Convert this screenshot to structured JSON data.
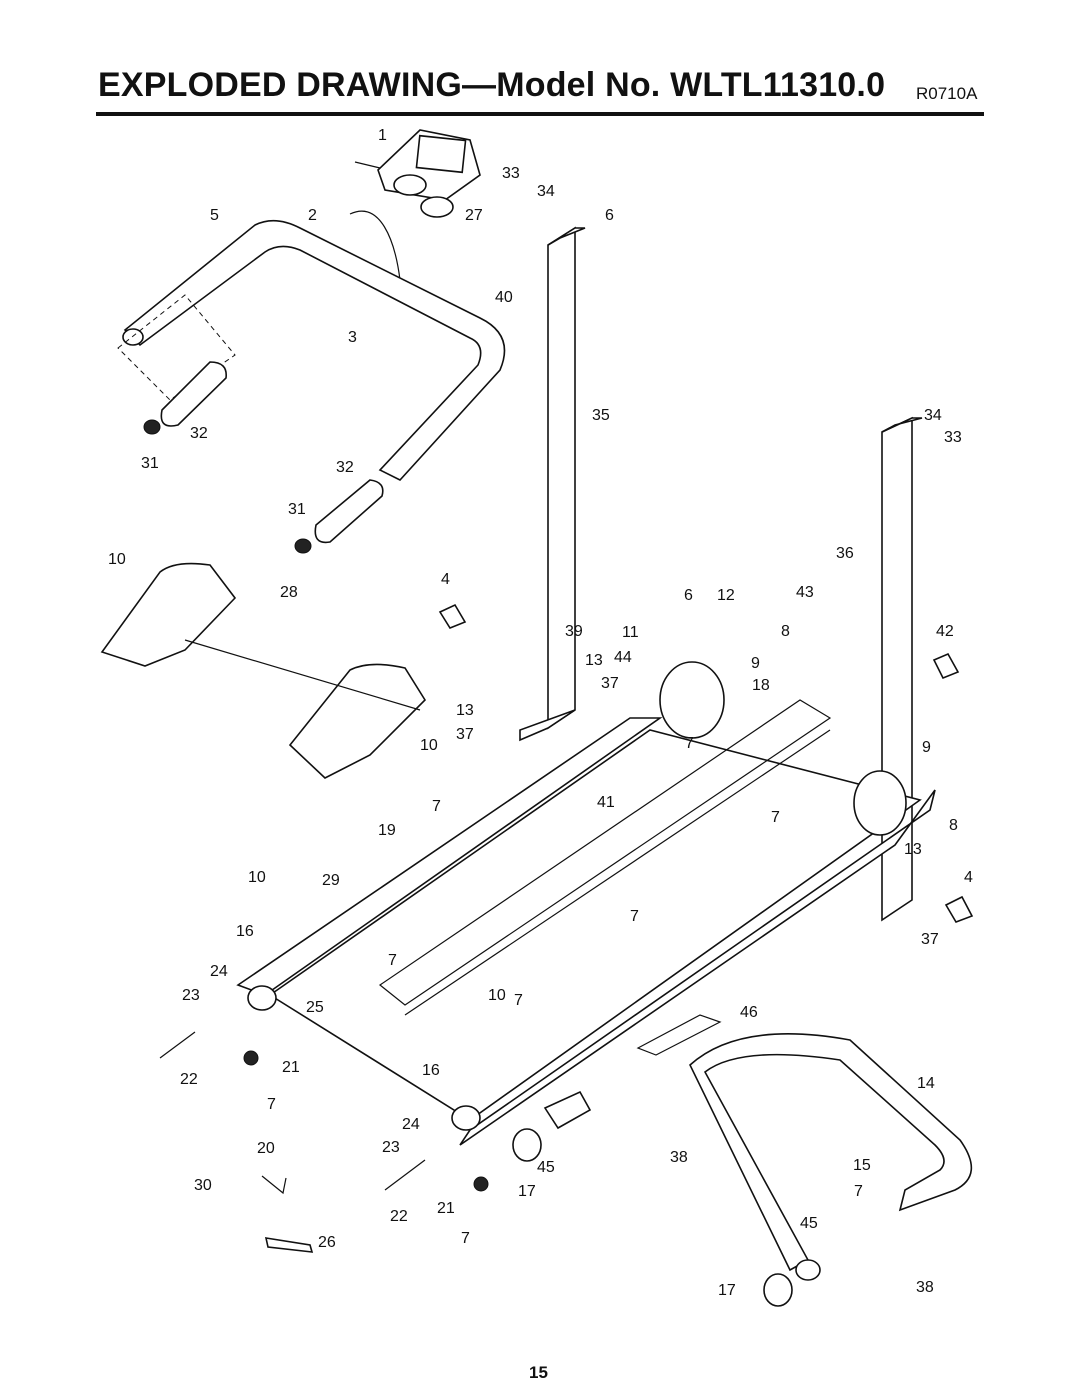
{
  "title": "EXPLODED DRAWING—Model No. WLTL11310.0",
  "drawing_code": "R0710A",
  "page_number": "15",
  "callouts": [
    {
      "id": "1"
    },
    {
      "id": "2"
    },
    {
      "id": "27"
    },
    {
      "id": "5"
    },
    {
      "id": "33"
    },
    {
      "id": "34"
    },
    {
      "id": "6"
    },
    {
      "id": "40"
    },
    {
      "id": "3"
    },
    {
      "id": "35"
    },
    {
      "id": "32"
    },
    {
      "id": "31"
    },
    {
      "id": "32"
    },
    {
      "id": "31"
    },
    {
      "id": "34"
    },
    {
      "id": "33"
    },
    {
      "id": "36"
    },
    {
      "id": "10"
    },
    {
      "id": "28"
    },
    {
      "id": "4"
    },
    {
      "id": "6"
    },
    {
      "id": "12"
    },
    {
      "id": "43"
    },
    {
      "id": "39"
    },
    {
      "id": "11"
    },
    {
      "id": "8"
    },
    {
      "id": "42"
    },
    {
      "id": "13"
    },
    {
      "id": "44"
    },
    {
      "id": "9"
    },
    {
      "id": "37"
    },
    {
      "id": "18"
    },
    {
      "id": "13"
    },
    {
      "id": "37"
    },
    {
      "id": "10"
    },
    {
      "id": "7"
    },
    {
      "id": "9"
    },
    {
      "id": "7"
    },
    {
      "id": "41"
    },
    {
      "id": "7"
    },
    {
      "id": "8"
    },
    {
      "id": "19"
    },
    {
      "id": "13"
    },
    {
      "id": "10"
    },
    {
      "id": "29"
    },
    {
      "id": "4"
    },
    {
      "id": "7"
    },
    {
      "id": "16"
    },
    {
      "id": "37"
    },
    {
      "id": "7"
    },
    {
      "id": "24"
    },
    {
      "id": "23"
    },
    {
      "id": "25"
    },
    {
      "id": "10"
    },
    {
      "id": "7"
    },
    {
      "id": "46"
    },
    {
      "id": "22"
    },
    {
      "id": "21"
    },
    {
      "id": "16"
    },
    {
      "id": "7"
    },
    {
      "id": "14"
    },
    {
      "id": "24"
    },
    {
      "id": "20"
    },
    {
      "id": "23"
    },
    {
      "id": "38"
    },
    {
      "id": "15"
    },
    {
      "id": "30"
    },
    {
      "id": "45"
    },
    {
      "id": "17"
    },
    {
      "id": "7"
    },
    {
      "id": "22"
    },
    {
      "id": "21"
    },
    {
      "id": "45"
    },
    {
      "id": "26"
    },
    {
      "id": "7"
    },
    {
      "id": "17"
    },
    {
      "id": "38"
    }
  ]
}
